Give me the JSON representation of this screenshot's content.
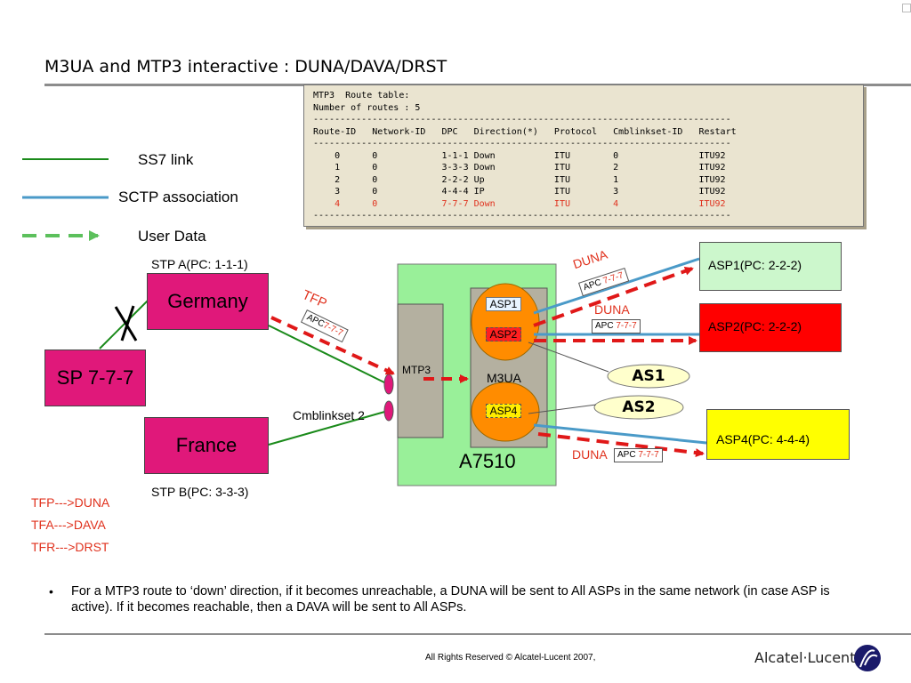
{
  "title": "M3UA and MTP3 interactive : DUNA/DAVA/DRST",
  "route_table": {
    "lines": [
      "MTP3  Route table:",
      "Number of routes : 5",
      "------------------------------------------------------------------------------",
      "Route-ID   Network-ID   DPC   Direction(*)   Protocol   Cmblinkset-ID   Restart",
      "------------------------------------------------------------------------------",
      "    0      0            1-1-1 Down           ITU        0               ITU92",
      "    1      0            3-3-3 Down           ITU        2               ITU92",
      "    2      0            2-2-2 Up             ITU        1               ITU92",
      "    3      0            4-4-4 IP             ITU        3               ITU92",
      "    4      0            7-7-7 Down           ITU        4               ITU92",
      "------------------------------------------------------------------------------"
    ],
    "highlight_row_index": 9,
    "highlight_color": "#e0321e"
  },
  "legend": {
    "ss7_link": "SS7 link",
    "sctp_association": "SCTP association",
    "user_data": "User Data"
  },
  "nodes": {
    "stp_a_label": "STP A(PC: 1-1-1)",
    "germany": "Germany",
    "sp": "SP 7-7-7",
    "france": "France",
    "stp_b_label": "STP B(PC: 3-3-3)",
    "cmblinkset": "Cmblinkset 2",
    "mtp3": "MTP3",
    "m3ua": "M3UA",
    "asp1_inner": "ASP1",
    "asp2_inner": "ASP2",
    "asp4_inner": "ASP4",
    "a7510": "A7510",
    "as1": "AS1",
    "as2": "AS2",
    "asp1_box": "ASP1(PC: 2-2-2)",
    "asp2_box": "ASP2(PC: 2-2-2)",
    "asp4_box": "ASP4(PC: 4-4-4)"
  },
  "messages": {
    "tfp": "TFP",
    "apc_prefix": "APC",
    "apc_value": "7-7-7",
    "duna1": "DUNA",
    "duna2": "DUNA",
    "duna3": "DUNA"
  },
  "mapping": [
    "TFP--->DUNA",
    "TFA--->DAVA",
    "TFR--->DRST"
  ],
  "bullet": {
    "marker": "•",
    "text": "For a MTP3 route to ‘down’ direction, if  it becomes unreachable, a DUNA will be sent to All ASPs in the same network (in case ASP is active). If it becomes reachable, then a DAVA will be sent to All ASPs."
  },
  "footer": {
    "copyright": "All Rights Reserved © Alcatel-Lucent 2007,",
    "logo_text": "Alcatel·Lucent"
  },
  "colors": {
    "ss7_green": "#1a8a1a",
    "sctp_blue": "#4a9ac8",
    "user_data_green": "#5cc05c",
    "red_dash": "#e01818",
    "magenta": "#e0187a",
    "a7510_bg": "#99f099",
    "orange": "#ff8c00",
    "asp1_bg": "#ccf7cc",
    "asp2_bg": "#ff0000",
    "asp4_bg": "#ffff00"
  }
}
